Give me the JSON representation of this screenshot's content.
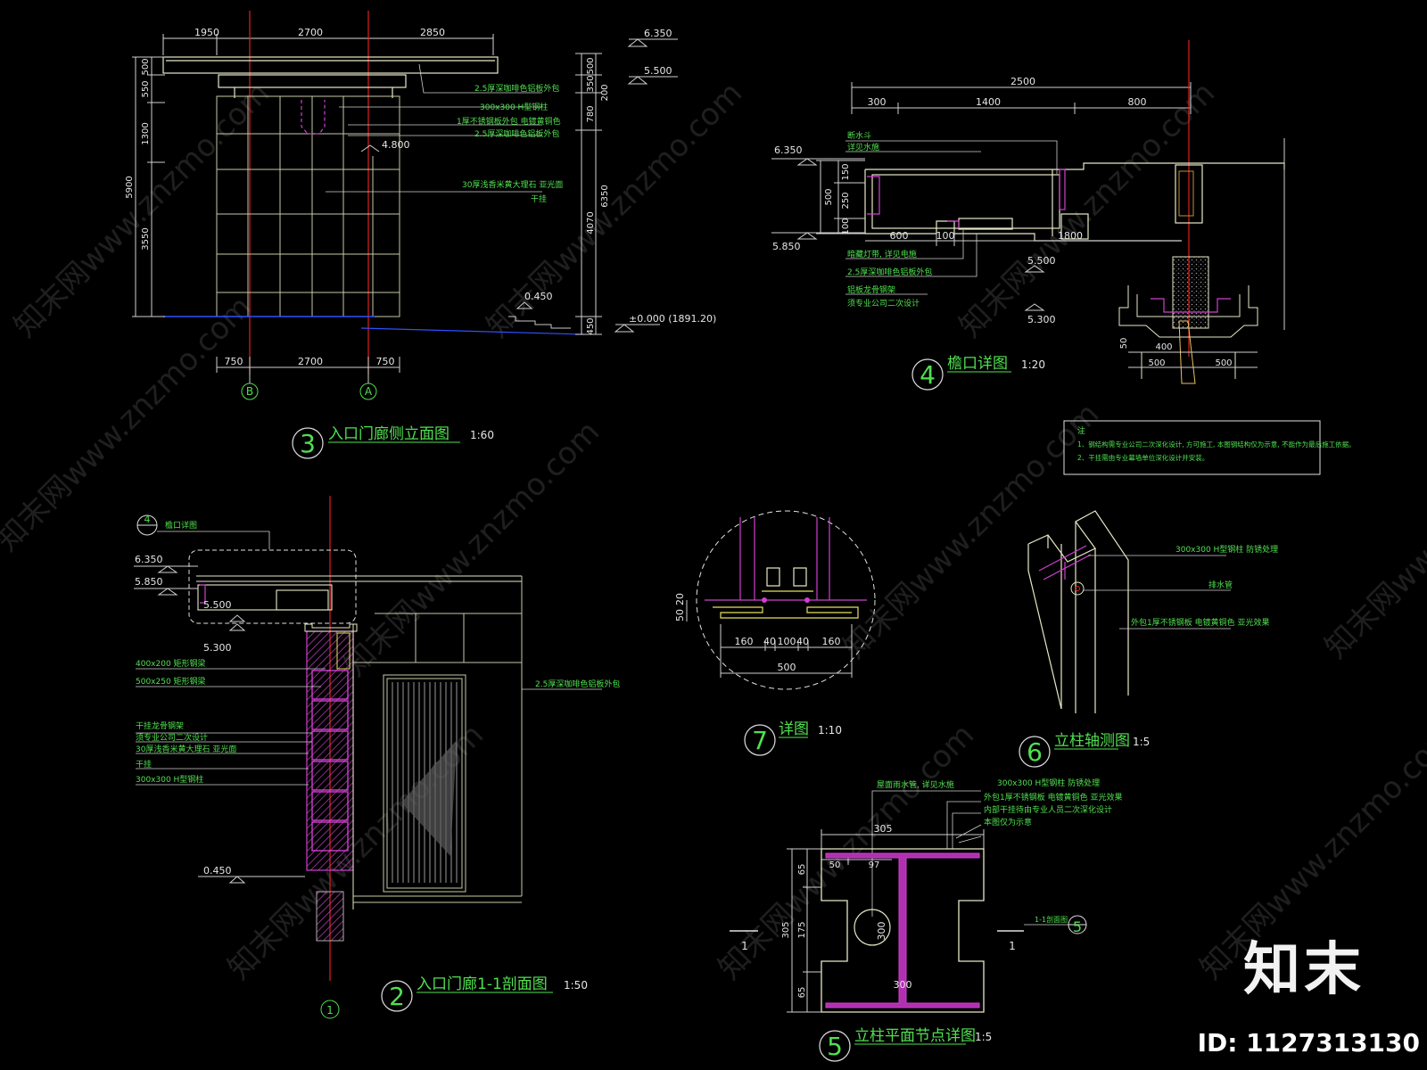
{
  "watermark": {
    "text": "知末网www.znzmo.com"
  },
  "brand": {
    "logo": "知末",
    "id_text": "ID: 1127313130"
  },
  "views": {
    "v3": {
      "number": "3",
      "title": "入口门廊侧立面图",
      "scale": "1:60",
      "top_dims": [
        "1950",
        "2700",
        "2850"
      ],
      "bottom_dims": [
        "750",
        "2700",
        "750"
      ],
      "left_dims": [
        "500",
        "550",
        "1300",
        "3550"
      ],
      "left_total": "5900",
      "right_dims": [
        "500",
        "350",
        "780",
        "4070",
        "450"
      ],
      "right_mid": "200",
      "right_total": "6350",
      "levels": [
        "6.350",
        "5.500",
        "4.800",
        "0.450",
        "±0.000 (1891.20)"
      ],
      "notes": [
        "2.5厚深咖啡色铝板外包",
        "300x300 H型钢柱",
        "1厚不锈钢板外包 电镀黄铜色",
        "2.5厚深咖啡色铝板外包",
        "30厚浅香米黄大理石  亚光面",
        "干挂"
      ],
      "axes": [
        "B",
        "A"
      ]
    },
    "v4": {
      "number": "4",
      "title": "檐口详图",
      "scale": "1:20",
      "top_total": "2500",
      "top_dims": [
        "300",
        "1400",
        "800"
      ],
      "left_dims": [
        "150",
        "250",
        "100"
      ],
      "left_total": "500",
      "bottom_dims": [
        "600",
        "100",
        "1800"
      ],
      "levels": [
        "6.350",
        "5.850",
        "5.500",
        "5.300"
      ],
      "notes": [
        "断水斗",
        "详见水施",
        "暗藏灯带, 详见电施",
        "2.5厚深咖啡色铝板外包",
        "铝板龙骨钢架",
        "须专业公司二次设计"
      ],
      "col_dims": [
        "50",
        "400",
        "500",
        "500"
      ]
    },
    "notes_box": {
      "head": "注",
      "lines": [
        "1、钢结构需专业公司二次深化设计, 方可施工, 本图钢结构仅为示意, 不能作为最后施工依据。",
        "2、干挂需由专业幕墙单位深化设计并安装。"
      ]
    },
    "v2": {
      "number": "2",
      "title": "入口门廊1-1剖面图",
      "scale": "1:50",
      "ref_label": "檐口详图",
      "ref_number": "4",
      "levels": [
        "6.350",
        "5.850",
        "5.500",
        "5.300",
        "0.450"
      ],
      "notes_left": [
        "400x200  矩形钢梁",
        "500x250  矩形钢梁",
        "干挂龙骨钢架",
        "须专业公司二次设计",
        "30厚浅香米黄大理石  亚光面",
        "干挂",
        "300x300 H型钢柱"
      ],
      "note_right": "2.5厚深咖啡色铝板外包",
      "axis": "1"
    },
    "v7": {
      "number": "7",
      "title": "详图",
      "scale": "1:10",
      "dims": [
        "160",
        "40",
        "100",
        "40",
        "160"
      ],
      "total": "500",
      "left_dims": [
        "50",
        "20"
      ]
    },
    "v6": {
      "number": "6",
      "title": "立柱轴测图",
      "scale": "1:5",
      "notes": [
        "300x300 H型钢柱  防锈处理",
        "排水管",
        "外包1厚不锈钢板  电镀黄铜色  亚光效果"
      ]
    },
    "v5": {
      "number": "5",
      "title": "立柱平面节点详图",
      "scale": "1:5",
      "notes": [
        "屋面雨水管, 详见水施",
        "300x300 H型钢柱  防锈处理",
        "外包1厚不锈钢板  电镀黄铜色  亚光效果",
        "内部干挂待由专业人员二次深化设计",
        "本图仅为示意"
      ],
      "top_dim": "305",
      "sub_dims": [
        "50",
        "97"
      ],
      "left_dims": [
        "65",
        "175",
        "65"
      ],
      "left_total": "305",
      "inner_dims": [
        "300",
        "300"
      ],
      "section_mark": "1",
      "section_ref": "1-1剖面图",
      "section_ref_number": "5"
    }
  }
}
